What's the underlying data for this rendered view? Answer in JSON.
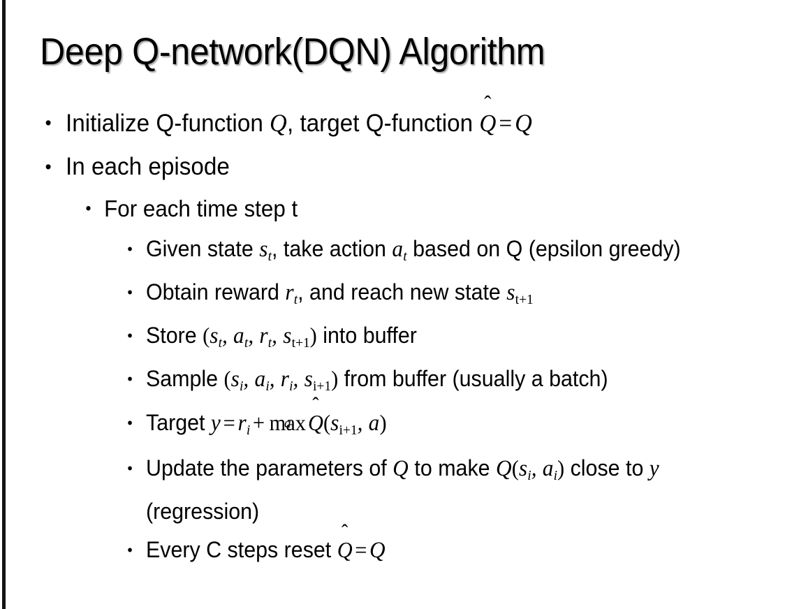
{
  "slide": {
    "background_color": "#ffffff",
    "text_color": "#000000",
    "edge_bar_color": "#141414",
    "title": "Deep Q-network(DQN) Algorithm"
  },
  "bullets": {
    "b1_pre": "Initialize Q-function ",
    "b1_q": "Q",
    "b1_mid": ", target Q-function ",
    "b1_qhat": "Q",
    "b1_hat": "̂",
    "b1_eq": "=",
    "b1_q2": "Q",
    "b2": "In each episode",
    "b3": "For each time step t",
    "b4_pre": "Given state ",
    "b4_s": "s",
    "b4_s_sub": "t",
    "b4_mid": ", take action ",
    "b4_a": "a",
    "b4_a_sub": "t",
    "b4_post": " based on Q (epsilon greedy)",
    "b5_pre": "Obtain reward ",
    "b5_r": "r",
    "b5_r_sub": "t",
    "b5_mid": ", and reach new state ",
    "b5_s": "s",
    "b5_s_sub": "t+1",
    "b6_pre": "Store ",
    "b6_open": "(",
    "b6_s": "s",
    "b6_s_sub": "t",
    "b6_c1": ", ",
    "b6_a": "a",
    "b6_a_sub": "t",
    "b6_c2": ", ",
    "b6_r": "r",
    "b6_r_sub": "t",
    "b6_c3": ", ",
    "b6_s2": "s",
    "b6_s2_sub": "t+1",
    "b6_close": ")",
    "b6_post": " into buffer",
    "b7_pre": "Sample ",
    "b7_open": "(",
    "b7_s": "s",
    "b7_s_sub": "i",
    "b7_c1": ", ",
    "b7_a": "a",
    "b7_a_sub": "i",
    "b7_c2": ", ",
    "b7_r": "r",
    "b7_r_sub": "i",
    "b7_c3": ", ",
    "b7_s2": "s",
    "b7_s2_sub": "i+1",
    "b7_close": ")",
    "b7_post": " from buffer (usually a batch)",
    "b8_pre": "Target ",
    "b8_y": "y",
    "b8_eq": "=",
    "b8_r": "r",
    "b8_r_sub": "i",
    "b8_plus": "+",
    "b8_max": "max",
    "b8_max_under": "a",
    "b8_qhat": "Q",
    "b8_hat": "̂",
    "b8_open": "(",
    "b8_s": "s",
    "b8_s_sub": "i+1",
    "b8_comma": ", ",
    "b8_a": "a",
    "b8_close": ")",
    "b9_pre": "Update the parameters of ",
    "b9_q": "Q",
    "b9_mid": " to make ",
    "b9_q2": "Q",
    "b9_open": "(",
    "b9_s": "s",
    "b9_s_sub": "i",
    "b9_comma": ", ",
    "b9_a": "a",
    "b9_a_sub": "i",
    "b9_close": ")",
    "b9_post": " close to ",
    "b9_y": "y",
    "b9_tail": " (regression)",
    "b10_pre": "Every C steps reset ",
    "b10_qhat": "Q",
    "b10_hat": "̂",
    "b10_eq": "=",
    "b10_q": "Q"
  }
}
